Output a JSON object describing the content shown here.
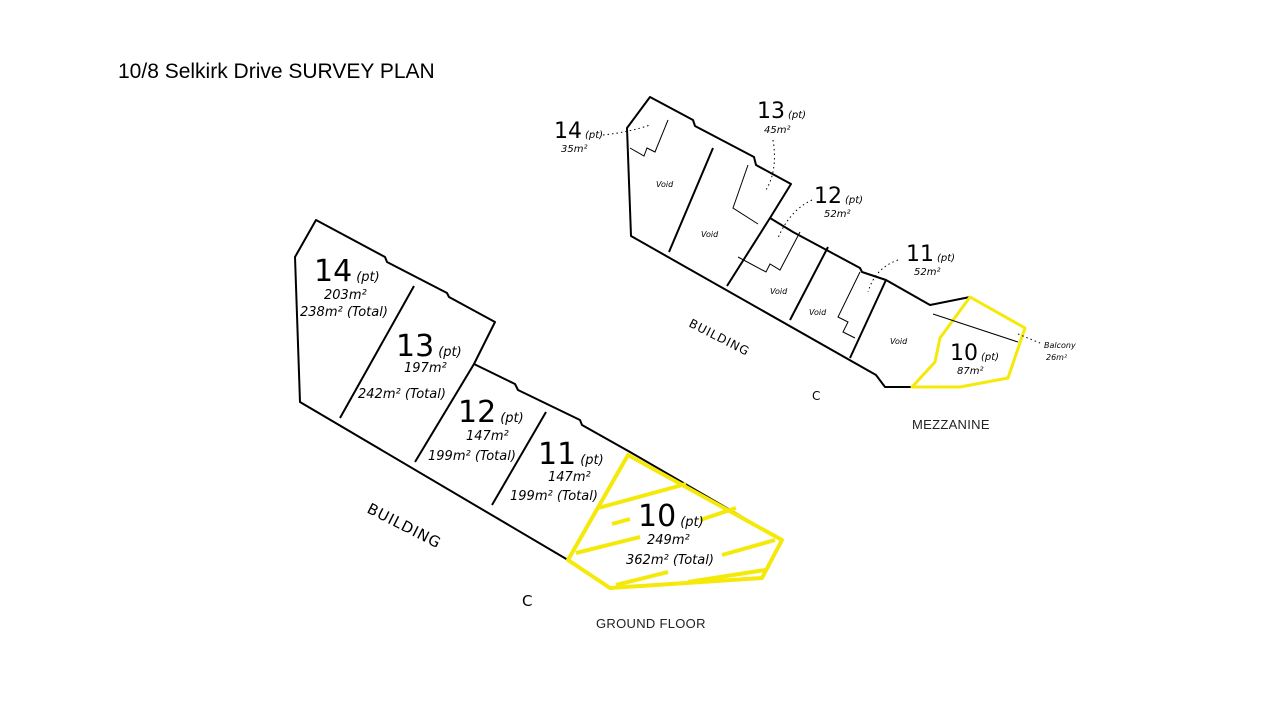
{
  "title": "10/8 Selkirk Drive SURVEY PLAN",
  "ground_floor": {
    "caption": "GROUND FLOOR",
    "building_label": "BUILDING",
    "c_label": "C",
    "lots": [
      {
        "number": "14",
        "suffix": "(pt)",
        "area": "203m²",
        "total": "238m² (Total)"
      },
      {
        "number": "13",
        "suffix": "(pt)",
        "area": "197m²",
        "total": "242m² (Total)"
      },
      {
        "number": "12",
        "suffix": "(pt)",
        "area": "147m²",
        "total": "199m² (Total)"
      },
      {
        "number": "11",
        "suffix": "(pt)",
        "area": "147m²",
        "total": "199m² (Total)"
      },
      {
        "number": "10",
        "suffix": "(pt)",
        "area": "249m²",
        "total": "362m² (Total)"
      }
    ]
  },
  "mezzanine": {
    "caption": "MEZZANINE",
    "building_label": "BUILDING",
    "c_label": "C",
    "void_label": "Void",
    "lots": [
      {
        "number": "14",
        "suffix": "(pt)",
        "area": "35m²"
      },
      {
        "number": "13",
        "suffix": "(pt)",
        "area": "45m²"
      },
      {
        "number": "12",
        "suffix": "(pt)",
        "area": "52m²"
      },
      {
        "number": "11",
        "suffix": "(pt)",
        "area": "52m²"
      },
      {
        "number": "10",
        "suffix": "(pt)",
        "area": "87m²"
      }
    ],
    "balcony": {
      "label": "Balcony",
      "area": "26m²"
    }
  },
  "colors": {
    "highlight": "#f5e90a",
    "line": "#000000"
  }
}
